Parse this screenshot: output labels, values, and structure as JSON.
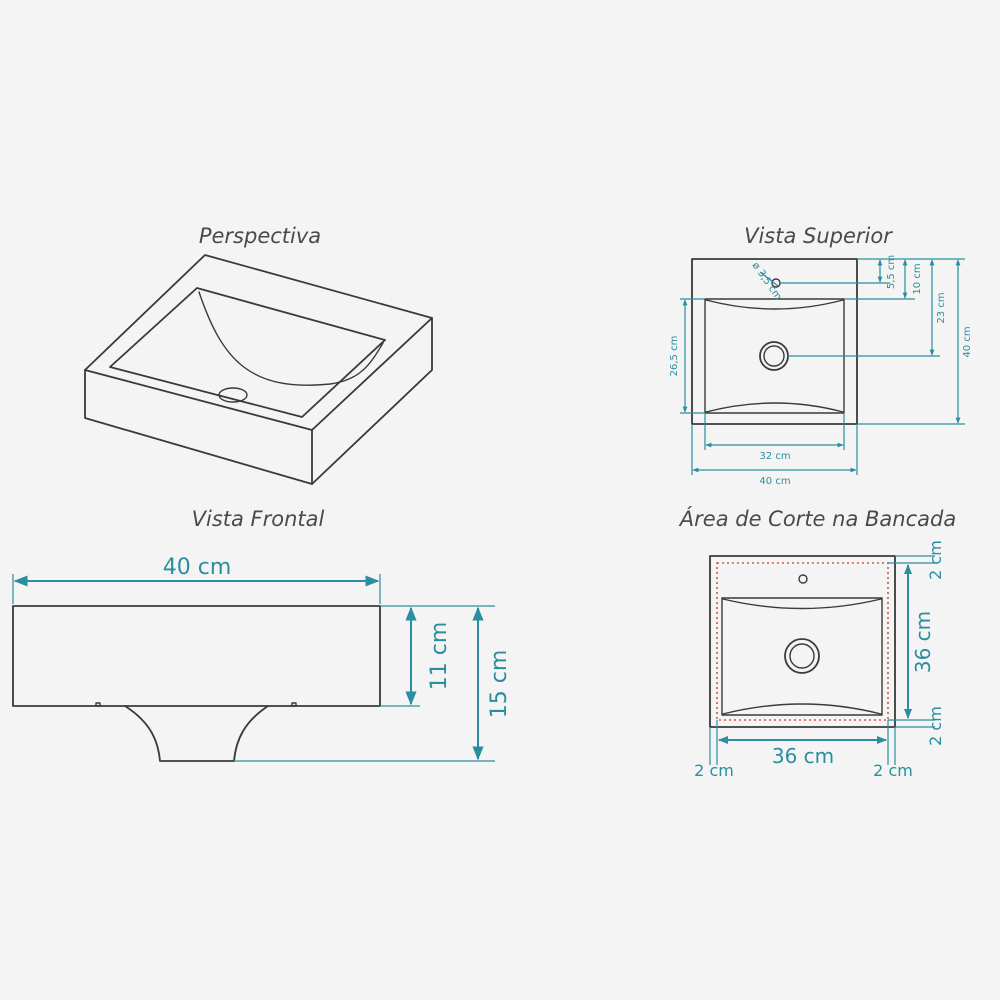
{
  "views": {
    "perspective": {
      "title": "Perspectiva"
    },
    "top": {
      "title": "Vista Superior",
      "dims": {
        "hole_diameter": "ø 3,5 cm",
        "top_5_5": "5,5 cm",
        "top_10": "10 cm",
        "top_23": "23 cm",
        "total_height": "40 cm",
        "bowl_depth": "26,5 cm",
        "bowl_width": "32 cm",
        "total_width": "40 cm"
      }
    },
    "front": {
      "title": "Vista Frontal",
      "dims": {
        "width": "40 cm",
        "height_11": "11 cm",
        "height_15": "15 cm"
      }
    },
    "cut": {
      "title": "Área de Corte na Bancada",
      "dims": {
        "right_top": "2 cm",
        "right_mid": "36 cm",
        "right_bottom": "2 cm",
        "bottom_mid": "36 cm",
        "bottom_left": "2 cm",
        "bottom_right": "2 cm"
      }
    }
  },
  "colors": {
    "dimension": "#2a8ea0",
    "outline": "#3a3a3a",
    "cut_line": "#d9534f",
    "background": "#f4f4f4"
  }
}
